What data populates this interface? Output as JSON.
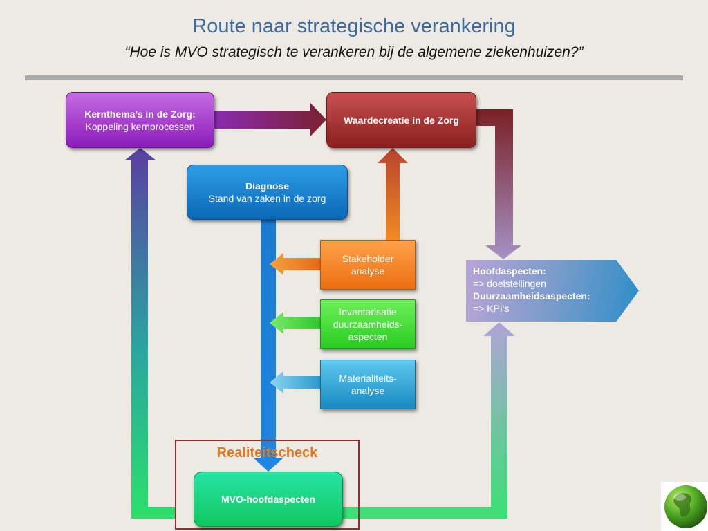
{
  "header": {
    "title": "Route naar strategische verankering",
    "subtitle": "“Hoe is MVO strategisch te verankeren bij de algemene ziekenhuizen?”"
  },
  "nodes": {
    "kernthemas": {
      "line1": "Kernthema’s in de Zorg:",
      "line2": "Koppeling  kernprocessen"
    },
    "waardecreatie": {
      "label": "Waardecreatie in de Zorg"
    },
    "diagnose": {
      "line1": "Diagnose",
      "line2": "Stand van zaken in de zorg"
    },
    "stakeholder": {
      "line1": "Stakeholder",
      "line2": "analyse"
    },
    "inventarisatie": {
      "line1": "Inventarisatie",
      "line2": "duurzaamheids-",
      "line3": "aspecten"
    },
    "materialiteit": {
      "line1": "Materialiteits-",
      "line2": "analyse"
    },
    "hoofdaspecten": {
      "line1": "Hoofdaspecten:",
      "line2": "=> doelstellingen",
      "line3": "Duurzaamheidsaspecten:",
      "line4": "=> KPI's"
    },
    "mvo": {
      "label": "MVO-hoofdaspecten"
    }
  },
  "realiteitscheck": {
    "label": "Realiteitscheck"
  },
  "colors": {
    "title": "#3F6A9E",
    "purple": "#8A1BB8",
    "red": "#8C1F1F",
    "blue": "#0A67B8",
    "orange": "#EC6E10",
    "green": "#2ACC22",
    "cyan": "#178AC0",
    "check_frame": "#8E2E30",
    "check_text": "#E3771A"
  },
  "icons": {
    "corner": "globe-icon"
  }
}
